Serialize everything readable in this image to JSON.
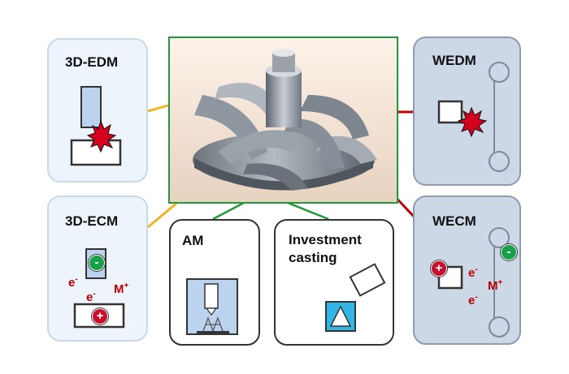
{
  "panels": {
    "edm3d": {
      "title": "3D-EDM"
    },
    "ecm3d": {
      "title": "3D-ECM",
      "electron_minus": "e",
      "metal_ion": "M"
    },
    "wedm": {
      "title": "WEDM"
    },
    "wecm": {
      "title": "WECM",
      "electron_1": "e",
      "metal_ion": "M",
      "electron_2": "e"
    },
    "am": {
      "title": "AM"
    },
    "casting": {
      "title_line1": "Investment",
      "title_line2": "casting"
    }
  },
  "signs": {
    "minus": "-",
    "plus": "+"
  },
  "colors": {
    "edm_link": "#f0b429",
    "wire_link": "#c0000a",
    "center_frame": "#1f9a3a",
    "spark": "#d4001c",
    "positive": "#c8102e",
    "negative": "#18a14a",
    "mold": "#33b5e5"
  }
}
